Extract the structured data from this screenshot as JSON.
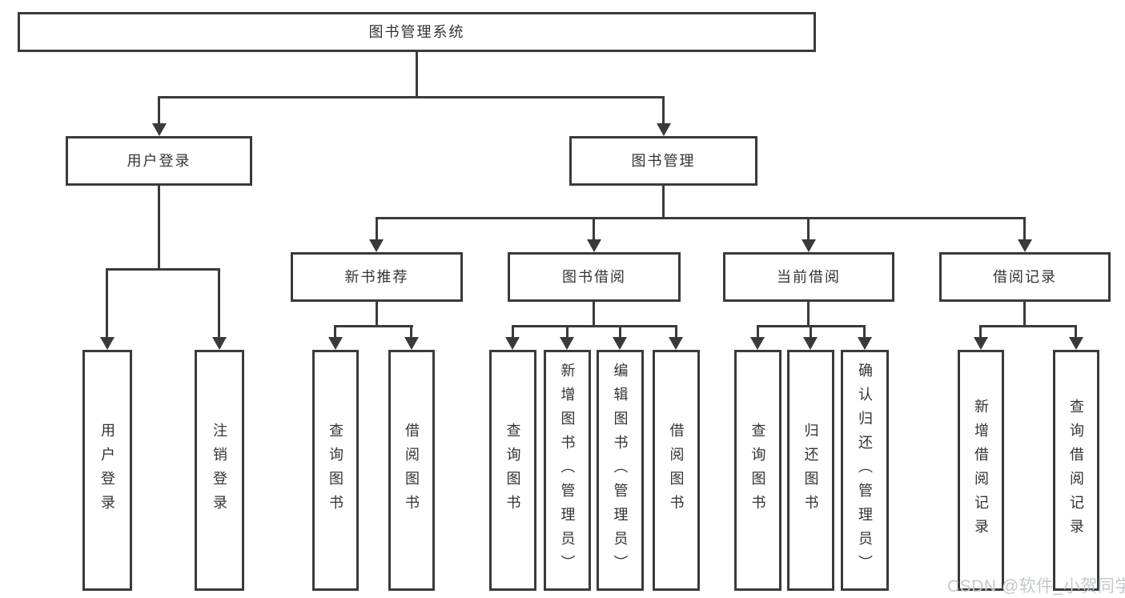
{
  "diagram": {
    "root": {
      "label": "图书管理系统"
    },
    "level2": [
      {
        "label": "用户登录"
      },
      {
        "label": "图书管理"
      }
    ],
    "level3": [
      {
        "label": "新书推荐"
      },
      {
        "label": "图书借阅"
      },
      {
        "label": "当前借阅"
      },
      {
        "label": "借阅记录"
      }
    ],
    "leaves": {
      "user_login": [
        "用户登录",
        "注销登录"
      ],
      "new_books": [
        "查询图书",
        "借阅图书"
      ],
      "book_borrowing": [
        "查询图书",
        "新增图书（管理员）",
        "编辑图书（管理员）",
        "借阅图书"
      ],
      "current_borrowing": [
        "查询图书",
        "归还图书",
        "确认归还（管理员）"
      ],
      "borrow_records": [
        "新增借阅记录",
        "查询借阅记录"
      ]
    },
    "watermark": "CSDN @软件_小贺同学",
    "colors": {
      "line": "#3a3a3a",
      "text": "#333333",
      "background": "#ffffff",
      "watermark": "#c3c7cd"
    }
  }
}
